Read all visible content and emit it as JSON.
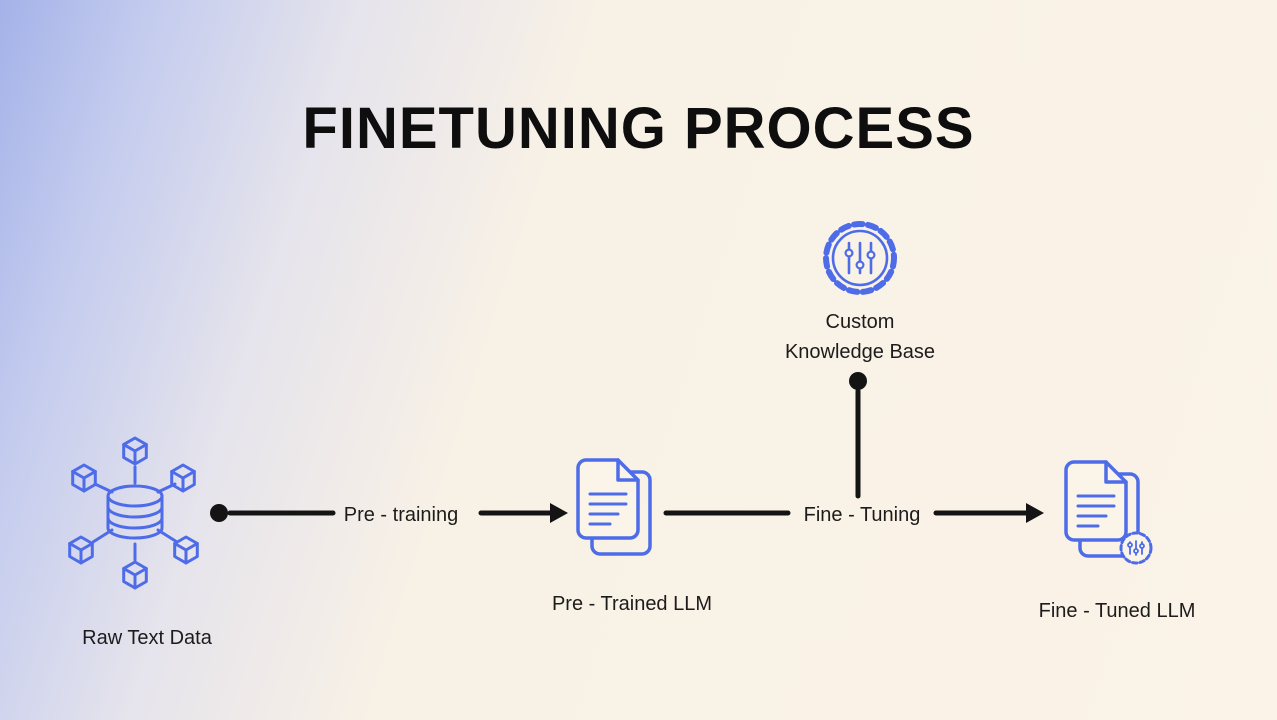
{
  "title": "FINETUNING PROCESS",
  "colors": {
    "background_cream": "#fbf3e7",
    "background_gradient_blue": "#a4b2e8",
    "icon_accent": "#4e6ce8",
    "connector_ink": "#141414",
    "text": "#1c1c1c"
  },
  "diagram": {
    "nodes": [
      {
        "id": "raw-text-data",
        "label": "Raw Text Data",
        "icon": "database-network-icon"
      },
      {
        "id": "pre-trained-llm",
        "label": "Pre - Trained LLM",
        "icon": "document-icon"
      },
      {
        "id": "custom-knowledge-base",
        "label": "Custom Knowledge Base",
        "label_line1": "Custom",
        "label_line2": "Knowledge Base",
        "icon": "gear-sliders-icon"
      },
      {
        "id": "fine-tuned-llm",
        "label": "Fine - Tuned LLM",
        "icon": "document-gear-icon"
      }
    ],
    "edges": [
      {
        "id": "pre-training",
        "label": "Pre - training",
        "from": "raw-text-data",
        "to": "pre-trained-llm",
        "style": "arrow-right-with-start-dot"
      },
      {
        "id": "fine-tuning",
        "label": "Fine - Tuning",
        "from": "pre-trained-llm",
        "to": "fine-tuned-llm",
        "style": "arrow-right"
      },
      {
        "id": "knowledge-injection",
        "label": "",
        "from": "custom-knowledge-base",
        "to": "fine-tuning",
        "style": "vertical-line-with-start-dot"
      }
    ]
  }
}
